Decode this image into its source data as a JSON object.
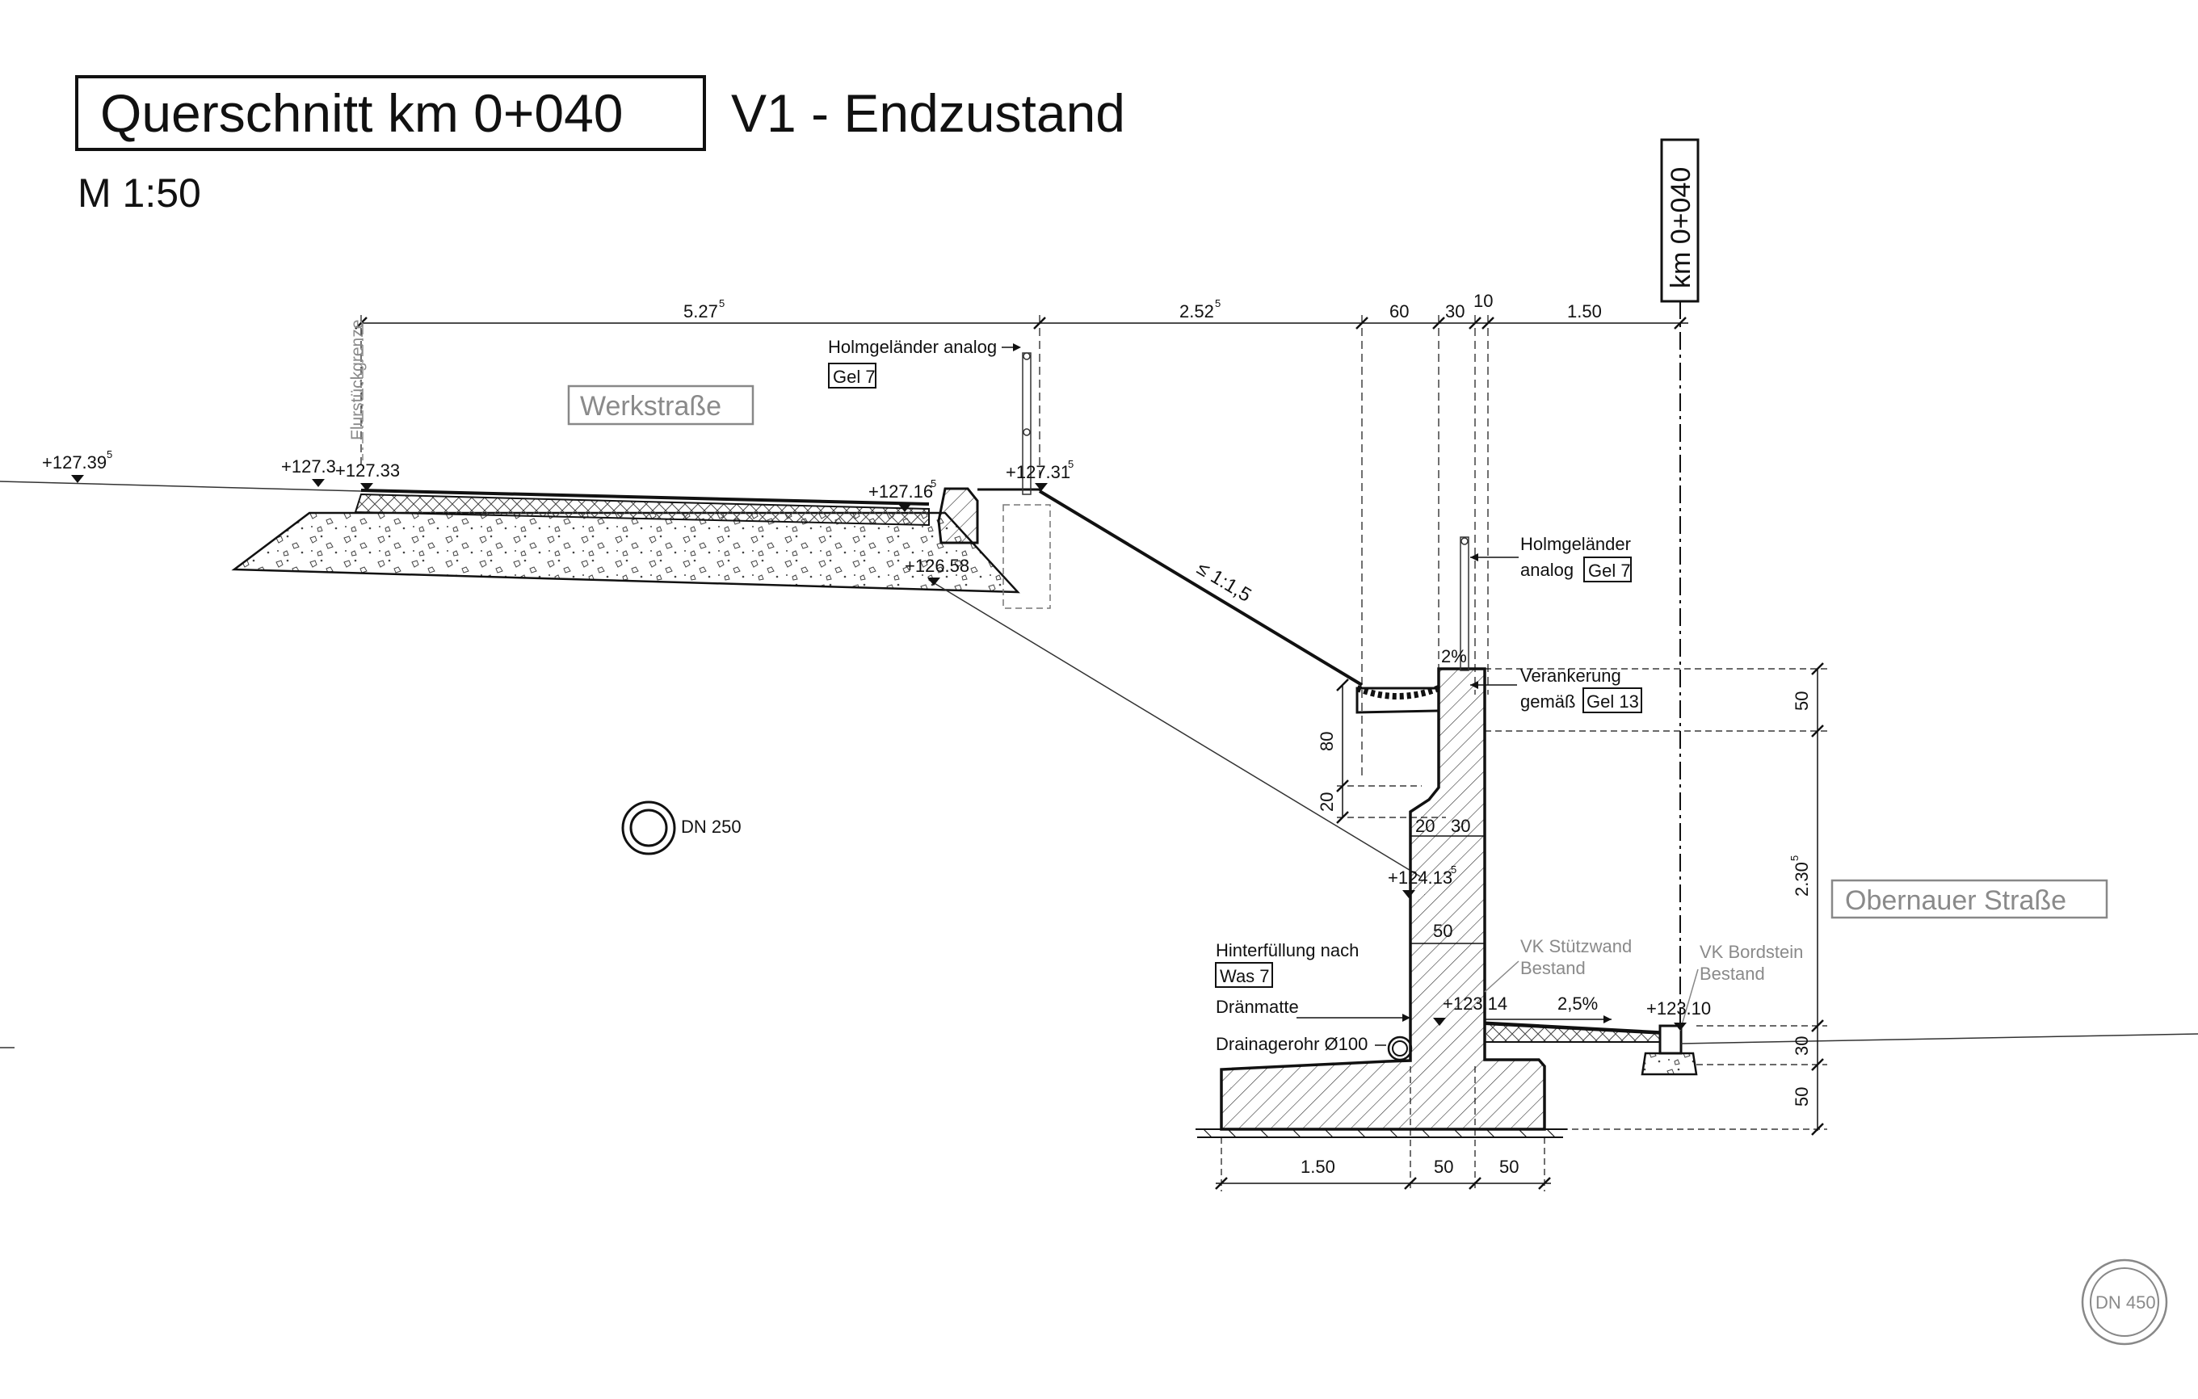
{
  "title": {
    "section_box": "Querschnitt km 0+040",
    "variant": "V1 - Endzustand",
    "scale": "M 1:50"
  },
  "station_label": "km 0+040",
  "dimensions_top": {
    "d1_main": "5.27",
    "d1_sup": "5",
    "d2_main": "2.52",
    "d2_sup": "5",
    "d3": "60",
    "d4": "30",
    "d5": "10",
    "d6": "1.50"
  },
  "dimensions_bottom": {
    "b1": "1.50",
    "b2": "50",
    "b3": "50"
  },
  "dimensions_right": {
    "r1": "50",
    "r2_main": "2.30",
    "r2_sup": "5",
    "r3": "30",
    "r4": "50"
  },
  "dimensions_wall": {
    "h80": "80",
    "h20": "20",
    "w20": "20",
    "w30": "30",
    "w50": "50"
  },
  "levels": {
    "l1_main": "+127.39",
    "l1_sup": "5",
    "l2": "+127.3",
    "l3": "+127.33",
    "l4_main": "+127.16",
    "l4_sup": "5",
    "l5_main": "+127.31",
    "l5_sup": "5",
    "l6": "+126.58",
    "l7_main": "+124.13",
    "l7_sup": "5",
    "l8": "+123.14",
    "l9": "+123.10"
  },
  "labels": {
    "flurstueck": "Flurstückgrenze",
    "werkstrasse": "Werkstraße",
    "obernauer": "Obernauer Straße",
    "holm_top": "Holmgeländer analog",
    "holm_top_ref": "Gel 7",
    "holm_right_1": "Holmgeländer",
    "holm_right_2": "analog",
    "holm_right_ref": "Gel 7",
    "anker_1": "Verankerung",
    "anker_2": "gemäß",
    "anker_ref": "Gel 13",
    "slope": "≤ 1:1,5",
    "dn250": "DN 250",
    "dn450": "DN 450",
    "hinter_1": "Hinterfüllung nach",
    "hinter_ref": "Was 7",
    "draen": "Dränmatte",
    "drain_pipe": "Drainagerohr Ø100",
    "vk_stuetz_1": "VK Stützwand",
    "vk_stuetz_2": "Bestand",
    "vk_bord_1": "VK Bordstein",
    "vk_bord_2": "Bestand",
    "slope_2": "2%",
    "slope_25": "2,5%"
  }
}
